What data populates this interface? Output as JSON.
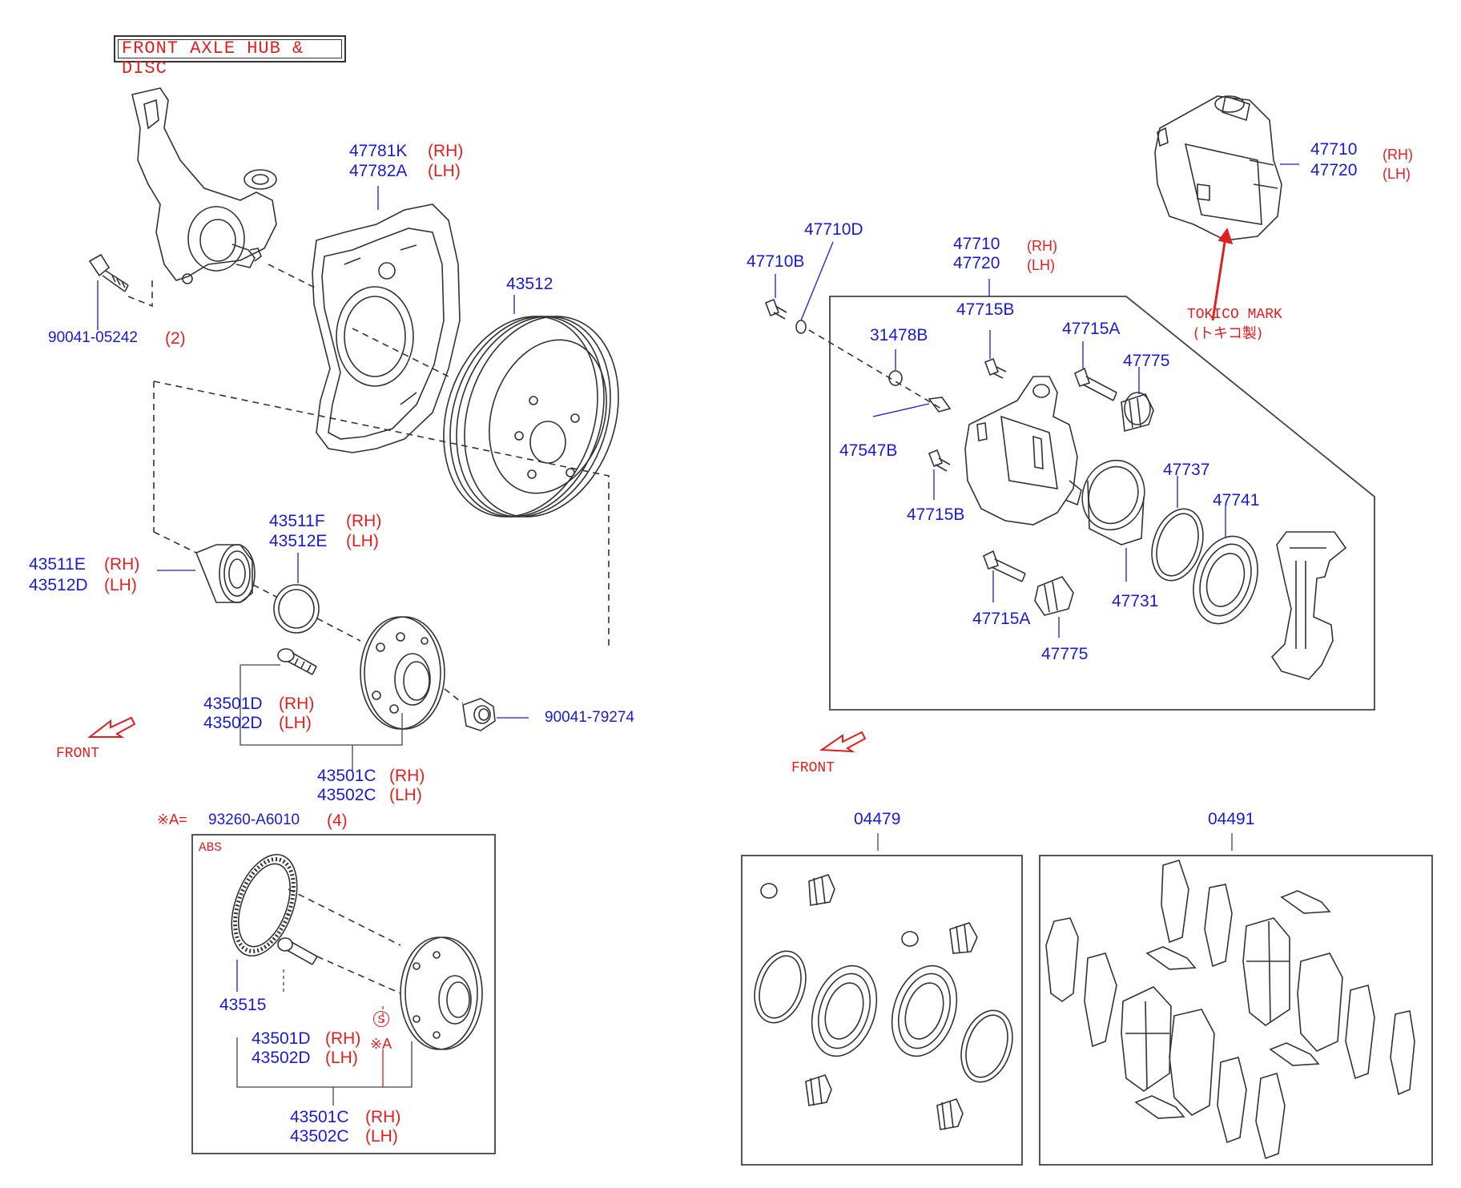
{
  "title": "FRONT AXLE HUB & DISC",
  "labels": {
    "p_47781K": "47781K",
    "p_47782A": "47782A",
    "rh": "(RH)",
    "lh": "(LH)",
    "p_43512": "43512",
    "p_90041_05242": "90041-05242",
    "qty_2": "(2)",
    "p_43511F": "43511F",
    "p_43512E": "43512E",
    "p_43511E": "43511E",
    "p_43512D": "43512D",
    "p_43501D": "43501D",
    "p_43502D": "43502D",
    "p_90041_79274": "90041-79274",
    "p_43501C": "43501C",
    "p_43502C": "43502C",
    "front": "FRONT",
    "note_a_prefix": "※A=",
    "p_93260_A6010": "93260-A6010",
    "qty_4": "(4)",
    "abs": "ABS",
    "p_43515": "43515",
    "s_mark": "S",
    "note_a": "※A",
    "p_47710": "47710",
    "p_47720": "47720",
    "p_47710D": "47710D",
    "p_47710B": "47710B",
    "p_47715B": "47715B",
    "p_31478B": "31478B",
    "p_47715A": "47715A",
    "p_47775": "47775",
    "p_47547B": "47547B",
    "p_47737": "47737",
    "p_47741": "47741",
    "p_47731": "47731",
    "tokico_mark": "TOKICO  MARK",
    "tokico_jp": "(トキコ製)",
    "p_04479": "04479",
    "p_04491": "04491"
  }
}
